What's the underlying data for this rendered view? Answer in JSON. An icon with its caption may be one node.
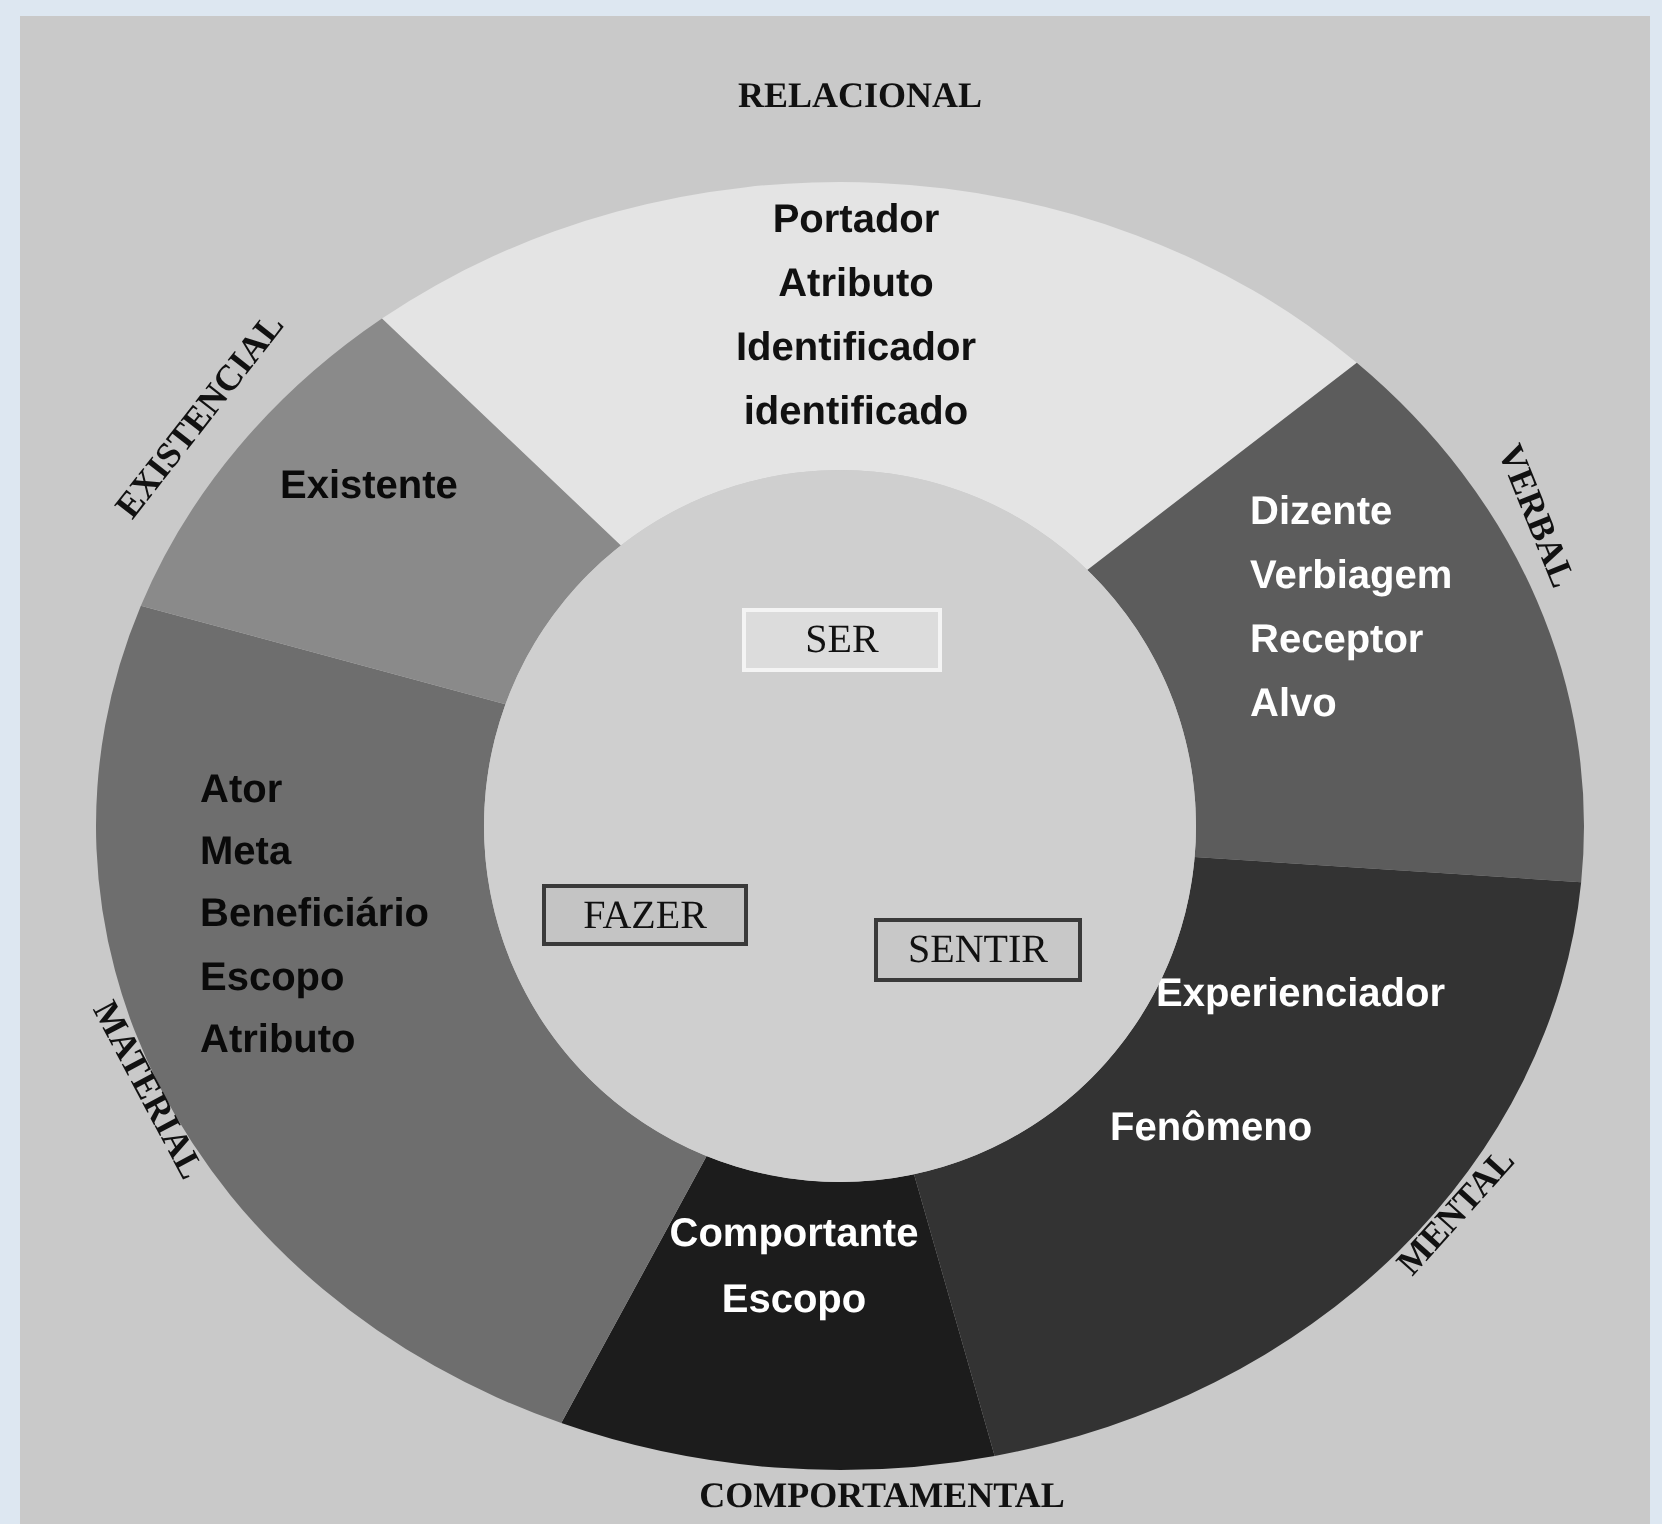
{
  "diagram": {
    "nodes": [
      {
        "text": [
          "Portador",
          "Atributo",
          "Identificador",
          "identificado"
        ],
        "beside": [
          "RELACIONAL"
        ]
      },
      {
        "text": [
          "Dizente",
          "Verbiagem",
          "Receptor",
          "Alvo"
        ],
        "beside": [
          "VERBAL"
        ]
      },
      {
        "text": [
          "Experienciador",
          "Fenômeno"
        ],
        "beside": [
          "MENTAL"
        ]
      },
      {
        "text": [
          "Comportante",
          "Escopo"
        ],
        "beside": [
          "COMPORTAMENTAL"
        ]
      },
      {
        "text": [
          "Ator",
          "Meta",
          "Beneficiário",
          "Escopo",
          "Atributo"
        ],
        "beside": [
          "MATERIAL"
        ]
      },
      {
        "text": [
          "Existente"
        ],
        "beside": [
          "EXISTENCIAL"
        ]
      },
      {
        "text": [],
        "shape": "circle"
      },
      {
        "text": [
          "SER"
        ],
        "in": 6
      },
      {
        "text": [
          "FAZER"
        ],
        "in": 6
      },
      {
        "text": [
          "SENTIR"
        ],
        "in": 6
      }
    ]
  }
}
